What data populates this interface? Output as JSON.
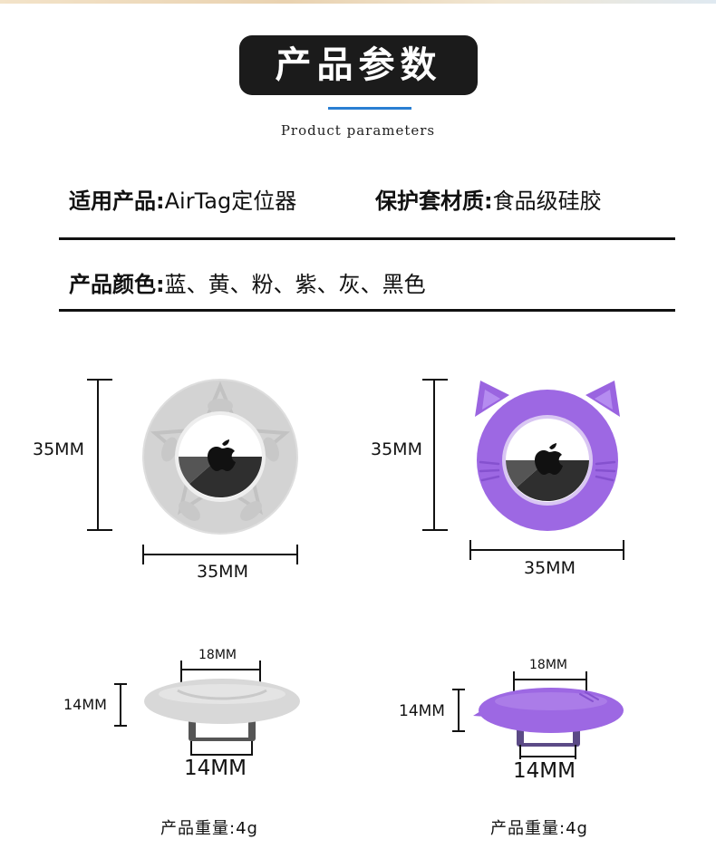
{
  "header": {
    "title": "产品参数",
    "subtitle": "Product parameters"
  },
  "specs": {
    "applicable_label": "适用产品:",
    "applicable_value": "AirTag定位器",
    "material_label": "保护套材质:",
    "material_value": "食品级硅胶",
    "colors_label": "产品颜色:",
    "colors_value": "蓝、黄、粉、紫、灰、黑色"
  },
  "products": [
    {
      "variant": "gray-star",
      "color": "#d9d9d9",
      "height": "35MM",
      "width": "35MM",
      "top_width": "18MM",
      "thickness": "14MM",
      "bottom_width": "14MM",
      "weight": "产品重量:4g"
    },
    {
      "variant": "purple-cat",
      "color": "#9d68e3",
      "height": "35MM",
      "width": "35MM",
      "top_width": "18MM",
      "thickness": "14MM",
      "bottom_width": "14MM",
      "weight": "产品重量:4g"
    }
  ]
}
